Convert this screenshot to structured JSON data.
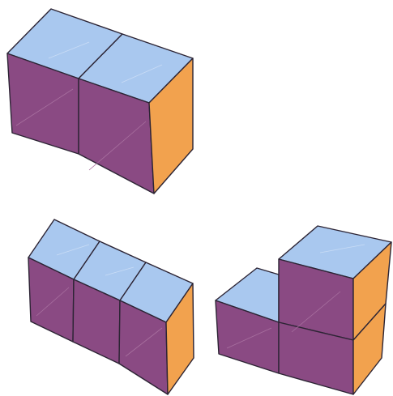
{
  "colors": {
    "top": "#a9c8ef",
    "front": "#8a4a83",
    "side": "#f2a24e",
    "edge": "#2c2434",
    "top_hint": "#c9dcf5",
    "front_hint": "#a8709f"
  },
  "figures": [
    {
      "name": "two-cube-block",
      "cubes": 2,
      "shape": "row of 2"
    },
    {
      "name": "three-cube-block",
      "cubes": 3,
      "shape": "row of 3"
    },
    {
      "name": "l-shaped-block",
      "cubes": 3,
      "shape": "L"
    }
  ]
}
